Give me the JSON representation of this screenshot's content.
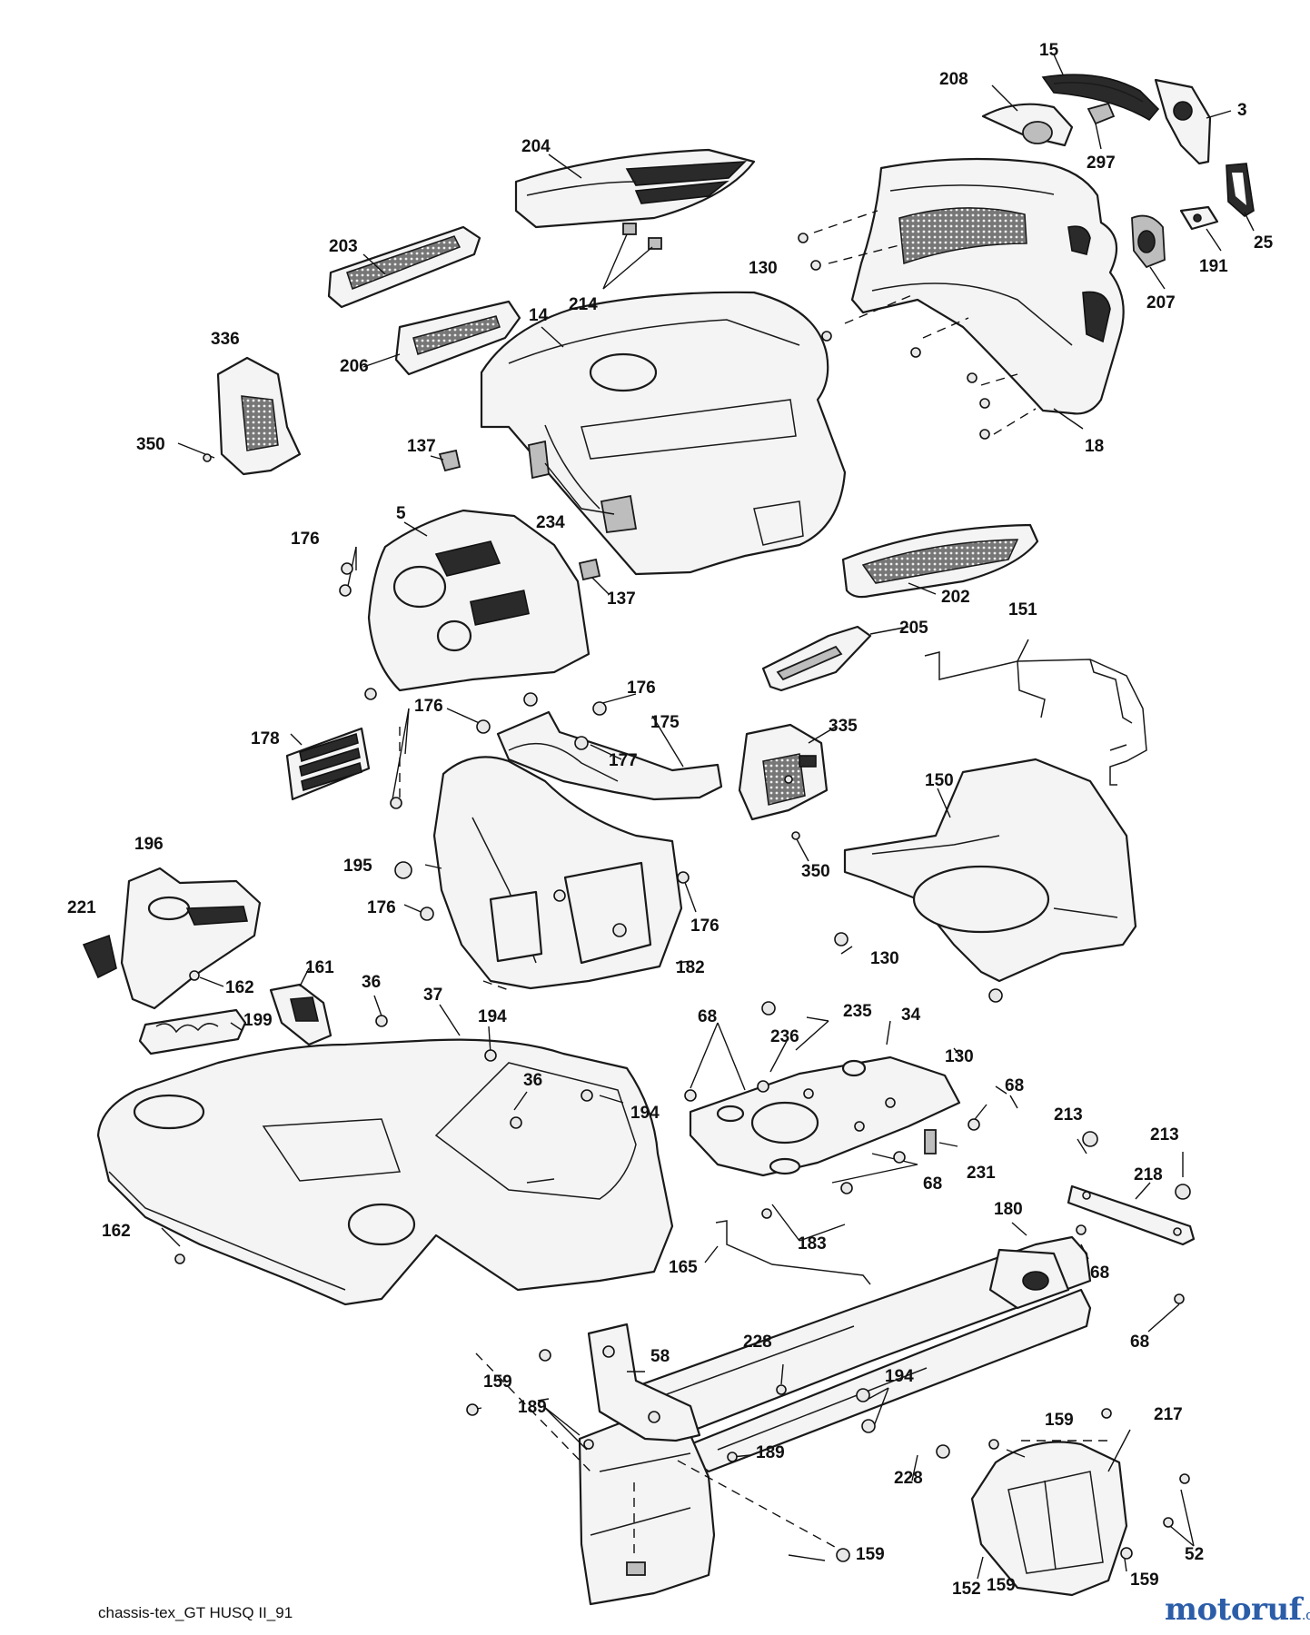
{
  "caption": "chassis-tex_GT HUSQ II_91",
  "watermark": {
    "main": "motoruf",
    "tld": ".de",
    "color": "#2b5da8"
  },
  "callouts": [
    "15",
    "208",
    "3",
    "297",
    "204",
    "25",
    "191",
    "207",
    "203",
    "214",
    "130",
    "14",
    "336",
    "206",
    "350",
    "137",
    "18",
    "234",
    "5",
    "176",
    "202",
    "137",
    "205",
    "151",
    "176",
    "176",
    "178",
    "175",
    "177",
    "335",
    "150",
    "350",
    "195",
    "176",
    "196",
    "221",
    "176",
    "182",
    "130",
    "162",
    "161",
    "36",
    "37",
    "194",
    "36",
    "199",
    "235",
    "34",
    "68",
    "236",
    "130",
    "194",
    "68",
    "68",
    "213",
    "231",
    "213",
    "218",
    "162",
    "183",
    "180",
    "165",
    "68",
    "68",
    "228",
    "58",
    "159",
    "189",
    "194",
    "189",
    "159",
    "228",
    "217",
    "159",
    "52",
    "152",
    "159",
    "159"
  ]
}
